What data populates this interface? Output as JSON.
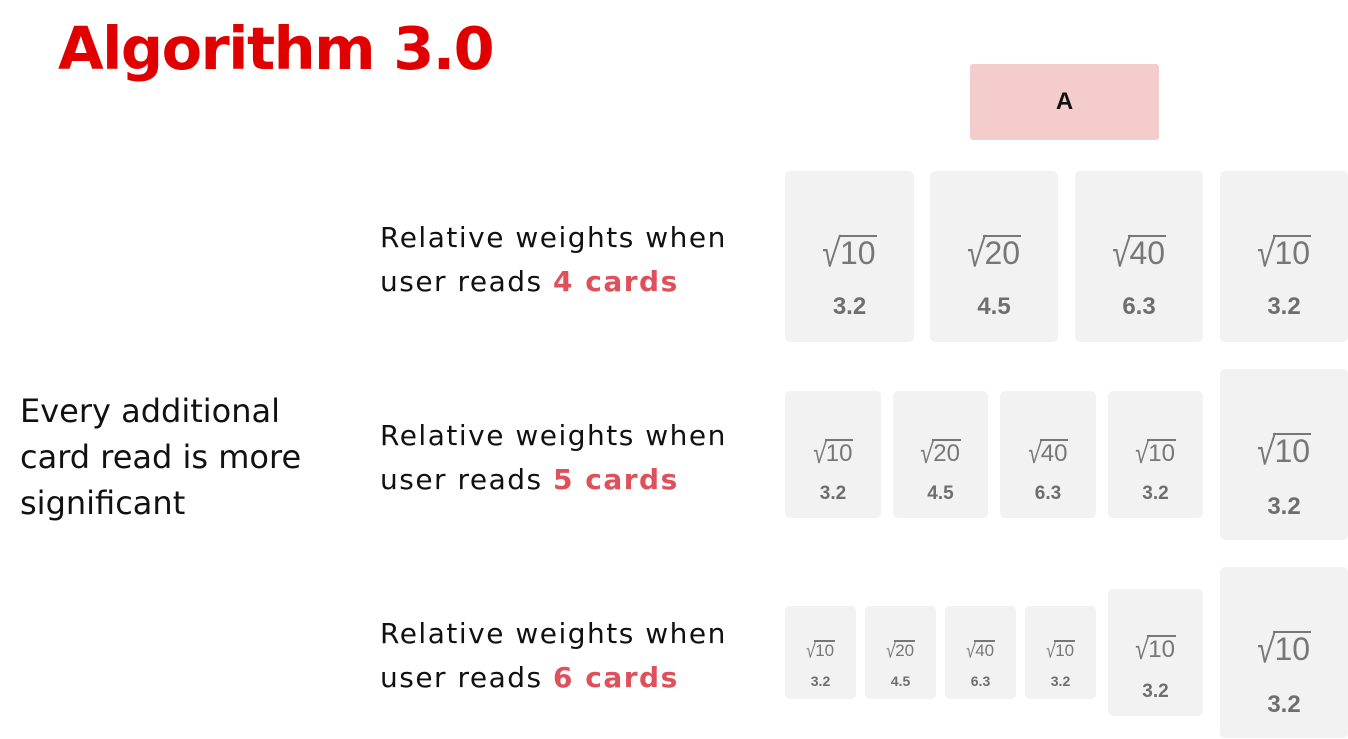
{
  "title": "Algorithm 3.0",
  "header_label": "A",
  "side_note": "Every additional card read is more significant",
  "rows": [
    {
      "prefix": "Relative weights when user reads ",
      "highlight": "4 cards"
    },
    {
      "prefix": "Relative weights when user reads ",
      "highlight": "5 cards"
    },
    {
      "prefix": "Relative weights when user reads ",
      "highlight": "6 cards"
    }
  ],
  "cards": [
    {
      "radicand": "10",
      "value": "3.2"
    },
    {
      "radicand": "20",
      "value": "4.5"
    },
    {
      "radicand": "40",
      "value": "6.3"
    },
    {
      "radicand": "10",
      "value": "3.2"
    },
    {
      "radicand": "10",
      "value": "3.2"
    },
    {
      "radicand": "20",
      "value": "4.5"
    },
    {
      "radicand": "40",
      "value": "6.3"
    },
    {
      "radicand": "10",
      "value": "3.2"
    },
    {
      "radicand": "10",
      "value": "3.2"
    },
    {
      "radicand": "10",
      "value": "3.2"
    },
    {
      "radicand": "20",
      "value": "4.5"
    },
    {
      "radicand": "40",
      "value": "6.3"
    },
    {
      "radicand": "10",
      "value": "3.2"
    },
    {
      "radicand": "10",
      "value": "3.2"
    },
    {
      "radicand": "10",
      "value": "3.2"
    }
  ],
  "colors": {
    "title": "#e00000",
    "highlight": "#e0505a",
    "header_bg": "#f4cccc",
    "card_bg": "#f2f2f2"
  }
}
